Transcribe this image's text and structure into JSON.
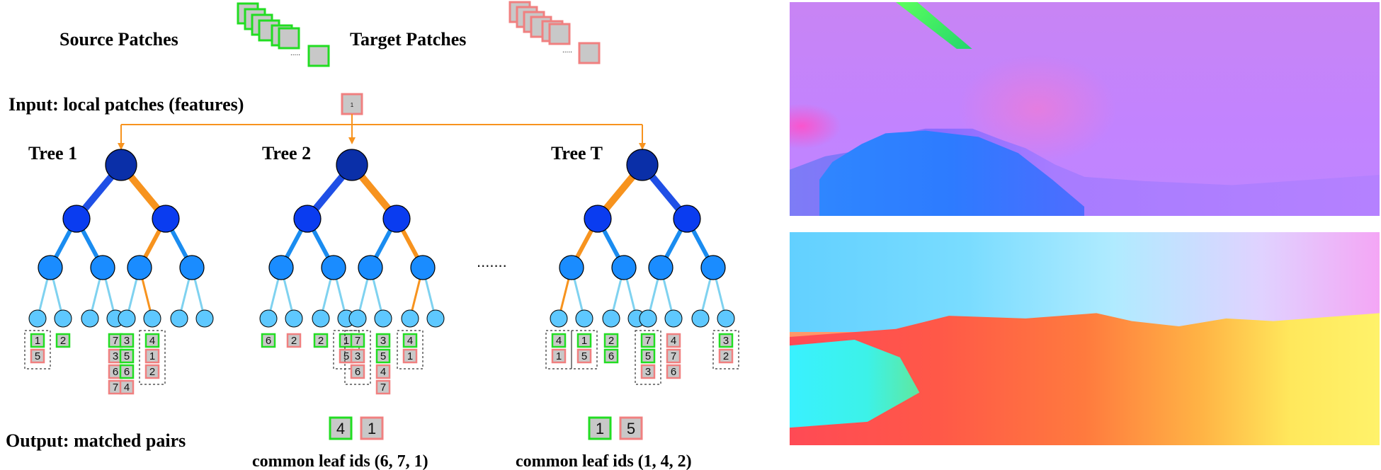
{
  "labels": {
    "source_patches": "Source Patches",
    "target_patches": "Target Patches",
    "input": "Input: local patches (features)",
    "input_patch_id": "1",
    "output": "Output: matched pairs",
    "ellipsis": "......."
  },
  "trees": [
    {
      "title": "Tree 1",
      "leaves": [
        [
          {
            "id": "1",
            "kind": "source"
          },
          {
            "id": "5",
            "kind": "target"
          }
        ],
        [
          {
            "id": "2",
            "kind": "source"
          }
        ],
        [],
        [
          {
            "id": "7",
            "kind": "source"
          },
          {
            "id": "3",
            "kind": "target"
          },
          {
            "id": "6",
            "kind": "target"
          },
          {
            "id": "7",
            "kind": "target"
          }
        ],
        [
          {
            "id": "3",
            "kind": "source"
          },
          {
            "id": "5",
            "kind": "source"
          },
          {
            "id": "6",
            "kind": "source"
          },
          {
            "id": "4",
            "kind": "target"
          }
        ],
        [
          {
            "id": "4",
            "kind": "source"
          },
          {
            "id": "1",
            "kind": "target"
          },
          {
            "id": "2",
            "kind": "target"
          }
        ],
        [],
        []
      ]
    },
    {
      "title": "Tree 2",
      "leaves": [
        [
          {
            "id": "6",
            "kind": "source"
          }
        ],
        [
          {
            "id": "2",
            "kind": "target"
          }
        ],
        [
          {
            "id": "2",
            "kind": "source"
          }
        ],
        [
          {
            "id": "1",
            "kind": "source"
          },
          {
            "id": "5",
            "kind": "target"
          }
        ],
        [
          {
            "id": "7",
            "kind": "source"
          },
          {
            "id": "3",
            "kind": "target"
          },
          {
            "id": "6",
            "kind": "target"
          }
        ],
        [
          {
            "id": "3",
            "kind": "source"
          },
          {
            "id": "5",
            "kind": "source"
          },
          {
            "id": "4",
            "kind": "target"
          },
          {
            "id": "7",
            "kind": "target"
          }
        ],
        [
          {
            "id": "4",
            "kind": "source"
          },
          {
            "id": "1",
            "kind": "target"
          }
        ],
        []
      ]
    },
    {
      "title": "Tree T",
      "leaves": [
        [
          {
            "id": "4",
            "kind": "source"
          },
          {
            "id": "1",
            "kind": "target"
          }
        ],
        [
          {
            "id": "1",
            "kind": "source"
          },
          {
            "id": "5",
            "kind": "target"
          }
        ],
        [
          {
            "id": "2",
            "kind": "source"
          },
          {
            "id": "6",
            "kind": "source"
          }
        ],
        [],
        [
          {
            "id": "7",
            "kind": "source"
          },
          {
            "id": "5",
            "kind": "source"
          },
          {
            "id": "3",
            "kind": "target"
          }
        ],
        [
          {
            "id": "4",
            "kind": "target"
          },
          {
            "id": "7",
            "kind": "target"
          },
          {
            "id": "6",
            "kind": "target"
          }
        ],
        [],
        [
          {
            "id": "3",
            "kind": "source"
          },
          {
            "id": "2",
            "kind": "target"
          }
        ]
      ]
    }
  ],
  "matches": [
    {
      "source": "4",
      "target": "1",
      "caption": "common leaf ids (6, 7, 1)"
    },
    {
      "source": "1",
      "target": "5",
      "caption": "common leaf ids (1, 4, 2)"
    }
  ],
  "colors": {
    "root": "#0a2fa8",
    "level1": "#0a3cf0",
    "level2": "#1a8cff",
    "leaf": "#5ec8ff",
    "edge1": "#1f4fe6",
    "edge2": "#1a8cf0",
    "edge3": "#7fd2f0",
    "path": "#f7931e",
    "source_border": "#22dd22",
    "target_border": "#f08080",
    "patch_fill": "#c8c8c8"
  }
}
